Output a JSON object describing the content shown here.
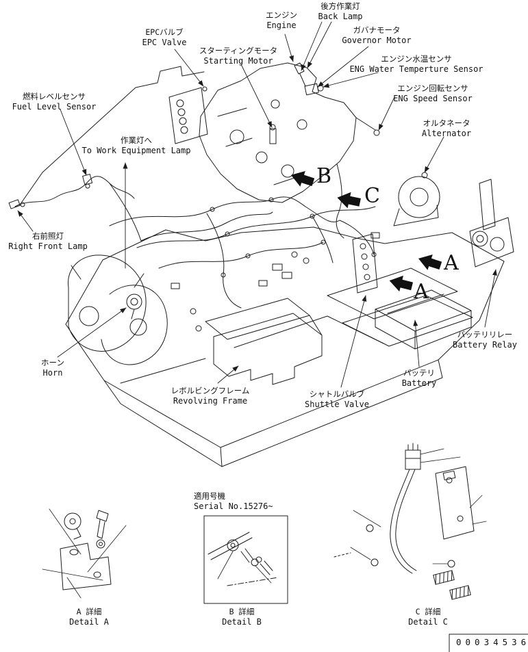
{
  "doc": {
    "bg_color": "#ffffff",
    "line_color": "#1c1c1c",
    "part_number": "00034536"
  },
  "labels": {
    "back_lamp": {
      "jp": "後方作業灯",
      "en": "Back Lamp"
    },
    "engine": {
      "jp": "エンジン",
      "en": "Engine"
    },
    "epc_valve": {
      "jp": "EPCバルブ",
      "en": "EPC Valve"
    },
    "governor_motor": {
      "jp": "ガバナモータ",
      "en": "Governor Motor"
    },
    "starting_motor": {
      "jp": "スターティングモータ",
      "en": "Starting Motor"
    },
    "eng_water_temp_sensor": {
      "jp": "エンジン水温センサ",
      "en": "ENG Water Temperture Sensor"
    },
    "eng_speed_sensor": {
      "jp": "エンジン回転センサ",
      "en": "ENG Speed Sensor"
    },
    "fuel_level_sensor": {
      "jp": "燃料レベルセンサ",
      "en": "Fuel Level Sensor"
    },
    "alternator": {
      "jp": "オルタネータ",
      "en": "Alternator"
    },
    "to_work_equipment_lamp": {
      "jp": "作業灯へ",
      "en": "To Work Equipment Lamp"
    },
    "right_front_lamp": {
      "jp": "右前照灯",
      "en": "Right Front Lamp"
    },
    "horn": {
      "jp": "ホーン",
      "en": "Horn"
    },
    "revolving_frame": {
      "jp": "レボルビングフレーム",
      "en": "Revolving Frame"
    },
    "shuttle_valve": {
      "jp": "シャトルバルブ",
      "en": "Shuttle Valve"
    },
    "battery": {
      "jp": "バッテリ",
      "en": "Battery"
    },
    "battery_relay": {
      "jp": "バッテリリレー",
      "en": "Battery Relay"
    }
  },
  "view_markers": {
    "b": "B",
    "c": "C",
    "a_upper": "A",
    "a_lower": "A"
  },
  "serial_note": {
    "jp": "適用号機",
    "en": "Serial No.15276~"
  },
  "details": {
    "a": {
      "jp": "A 詳細",
      "en": "Detail A"
    },
    "b": {
      "jp": "B 詳細",
      "en": "Detail B"
    },
    "c": {
      "jp": "C 詳細",
      "en": "Detail C"
    }
  }
}
